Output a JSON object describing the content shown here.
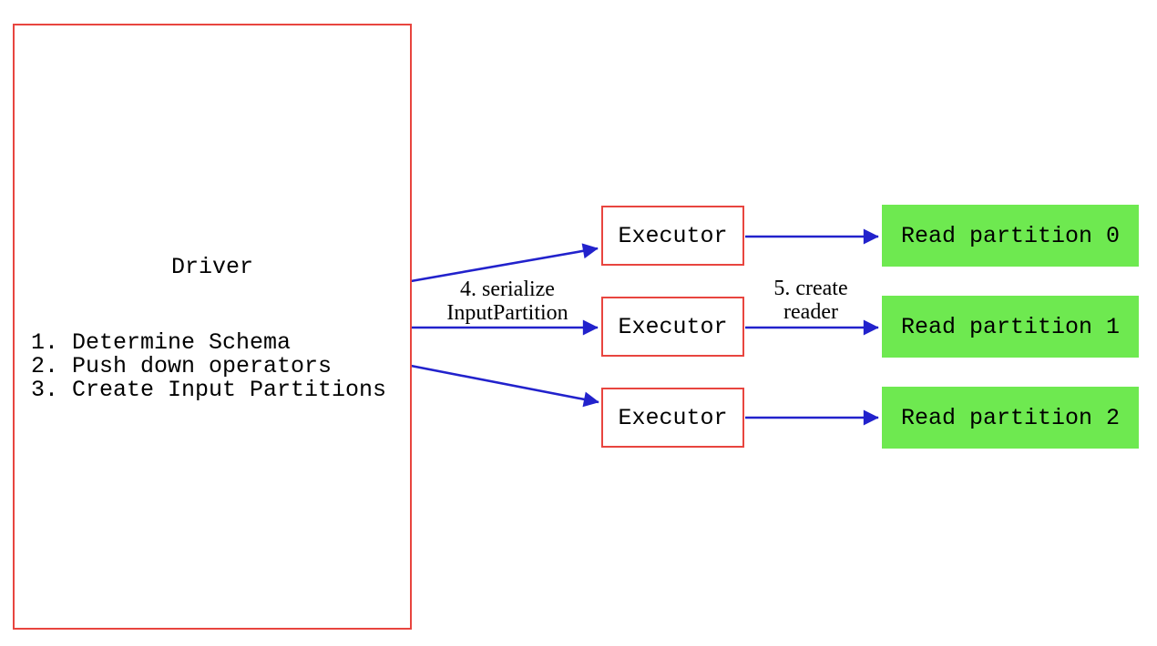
{
  "diagram": {
    "driver": {
      "title": "Driver",
      "steps": [
        "1. Determine Schema",
        "2. Push down operators",
        "3. Create Input Partitions"
      ]
    },
    "executors": [
      {
        "label": "Executor"
      },
      {
        "label": "Executor"
      },
      {
        "label": "Executor"
      }
    ],
    "partitions": [
      {
        "label": "Read partition 0"
      },
      {
        "label": "Read partition 1"
      },
      {
        "label": "Read partition 2"
      }
    ],
    "edge_labels": {
      "serialize": "4. serialize\nInputPartition",
      "create_reader": "5. create\nreader"
    },
    "colors": {
      "box_border": "#e8453f",
      "partition_fill": "#6ee950",
      "arrow": "#2222cc",
      "text": "#000000"
    }
  }
}
